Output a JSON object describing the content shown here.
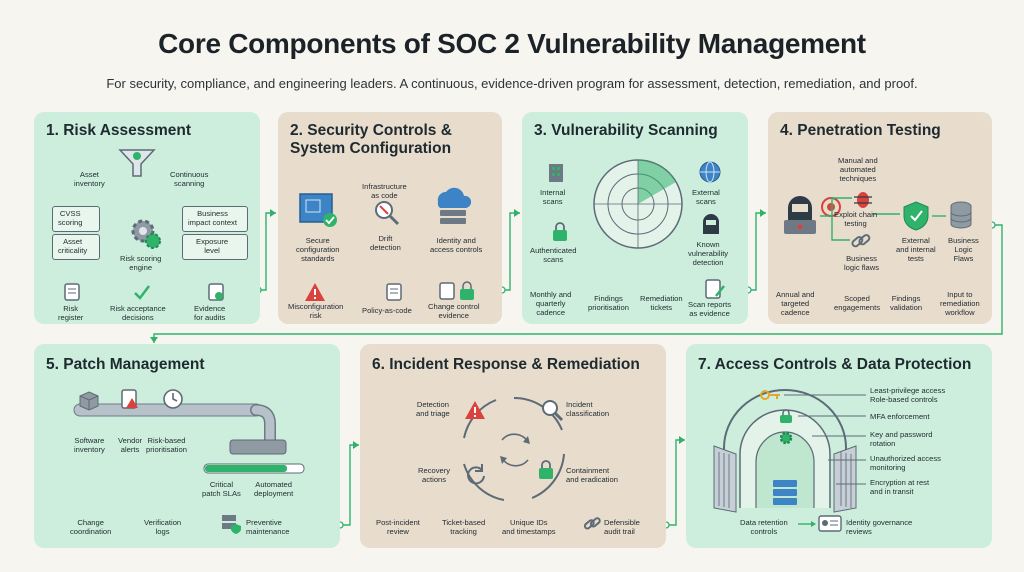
{
  "title": "Core Components of SOC 2 Vulnerability Management",
  "subtitle": "For security, compliance, and engineering leaders. A continuous, evidence-driven program for assessment, detection, remediation, and proof.",
  "colors": {
    "green_card": "#cdeedd",
    "tan_card": "#e8dccd",
    "accent_green": "#2fb36b",
    "alert_red": "#d9433b",
    "steel": "#6d7a86"
  },
  "cards": {
    "c1": {
      "title": "1. Risk Assessment",
      "labels": [
        "Asset\ninventory",
        "Continuous\nscanning",
        "CVSS\nscoring",
        "Business\nimpact context",
        "Asset\ncriticality",
        "Exposure\nlevel",
        "Risk scoring\nengine",
        "Risk\nregister",
        "Risk acceptance\ndecisions",
        "Evidence\nfor audits"
      ]
    },
    "c2": {
      "title": "2. Security Controls &\nSystem Configuration",
      "labels": [
        "Infrastructure\nas code",
        "Secure\nconfiguration\nstandards",
        "Drift\ndetection",
        "Identity and\naccess controls",
        "Misconfiguration\nrisk",
        "Policy-as-code",
        "Change control\nevidence"
      ]
    },
    "c3": {
      "title": "3. Vulnerability Scanning",
      "labels": [
        "Internal\nscans",
        "External\nscans",
        "Authenticated\nscans",
        "Known\nvulnerability\ndetection",
        "Monthly and\nquarterly\ncadence",
        "Findings\nprioritisation",
        "Remediation\ntickets",
        "Scan reports\nas evidence"
      ]
    },
    "c4": {
      "title": "4. Penetration Testing",
      "labels": [
        "Manual and\nautomated\ntechniques",
        "Exploit chain\ntesting",
        "Business\nlogic flaws",
        "External\nand internal\ntests",
        "Business\nLogic\nFlaws",
        "Annual and\ntargeted\ncadence",
        "Scoped\nengagements",
        "Findings\nvalidation",
        "Input to\nremediation\nworkflow"
      ]
    },
    "c5": {
      "title": "5. Patch Management",
      "labels": [
        "Software\ninventory",
        "Vendor\nalerts",
        "Risk-based\nprioritisation",
        "Critical\npatch SLAs",
        "Automated\ndeployment",
        "Change\ncoordination",
        "Verification\nlogs",
        "Preventive\nmaintenance"
      ]
    },
    "c6": {
      "title": "6. Incident Response & Remediation",
      "labels": [
        "Detection\nand triage",
        "Incident\nclassification",
        "Recovery\nactions",
        "Containment\nand eradication",
        "Post-incident\nreview",
        "Ticket-based\ntracking",
        "Unique IDs\nand timestamps",
        "Defensible\naudit trail"
      ]
    },
    "c7": {
      "title": "7. Access Controls & Data Protection",
      "labels": [
        "Least-privilege access\nRole-based controls",
        "MFA enforcement",
        "Key and password\nrotation",
        "Unauthorized access\nmonitoring",
        "Encryption at rest\nand in transit",
        "Data retention\ncontrols",
        "Identity governance\nreviews"
      ]
    }
  }
}
